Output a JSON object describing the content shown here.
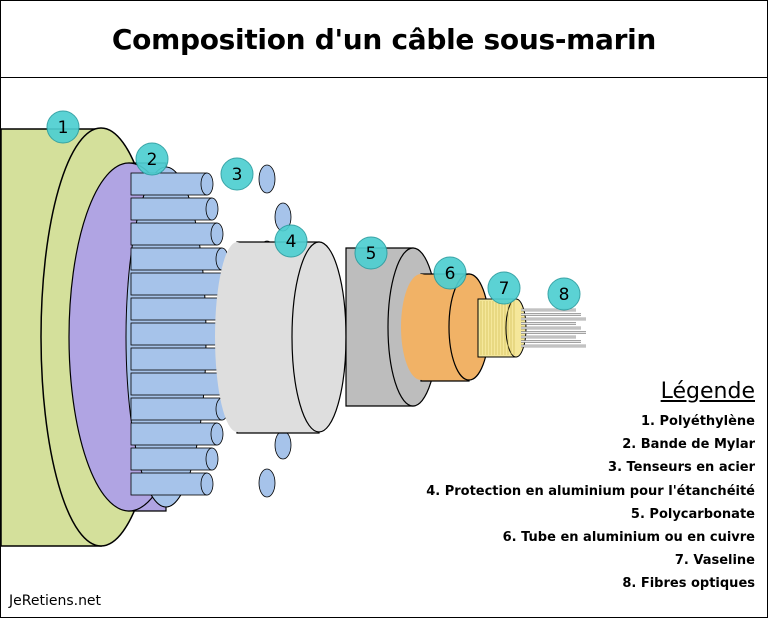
{
  "title": "Composition d'un câble sous-marin",
  "legend": {
    "title": "Légende",
    "items": [
      "1. Polyéthylène",
      "2. Bande de Mylar",
      "3. Tenseurs en acier",
      "4. Protection en aluminium pour l'étanchéité",
      "5. Polycarbonate",
      "6. Tube en aluminium ou en cuivre",
      "7. Vaseline",
      "8. Fibres optiques"
    ]
  },
  "markers": [
    "1",
    "2",
    "3",
    "4",
    "5",
    "6",
    "7",
    "8"
  ],
  "watermark": "JeRetiens.net",
  "colors": {
    "polyethylene": "#d4e09b",
    "mylar": "#b0a4e3",
    "steel": "#a6c3ea",
    "aluminium_shield": "#dedede",
    "polycarbonate": "#bdbdbd",
    "tube": "#f1b266",
    "vaseline": "#f5e79a",
    "fiber": "#cfcfcf",
    "marker": "#4ecfd1"
  }
}
